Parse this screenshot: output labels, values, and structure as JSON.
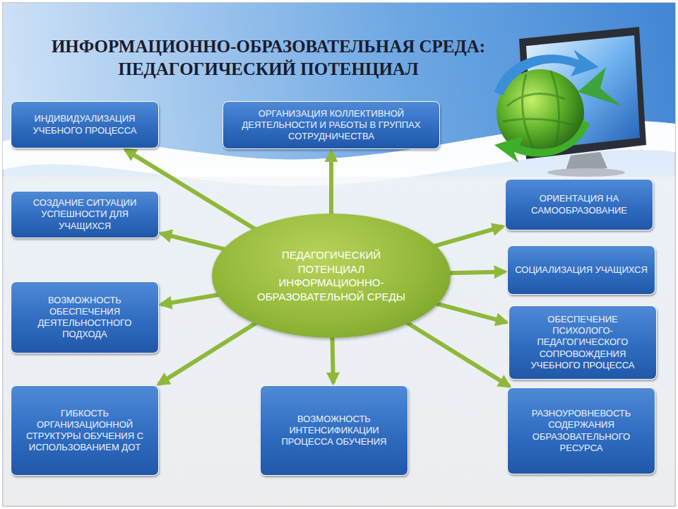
{
  "diagram": {
    "title": "ИНФОРМАЦИОННО-ОБРАЗОВАТЕЛЬНАЯ СРЕДА: ПЕДАГОГИЧЕСКИЙ ПОТЕНЦИАЛ",
    "nodes": [
      {
        "text": [
          "ИНДИВИДУАЛИЗАЦИЯ УЧЕБНОГО ПРОЦЕССА"
        ]
      },
      {
        "text": [
          "ОРГАНИЗАЦИЯ КОЛЛЕКТИВНОЙ ДЕЯТЕЛЬНОСТИ И РАБОТЫ В ГРУППАХ СОТРУДНИЧЕСТВА"
        ]
      },
      {
        "text": [
          "ОРИЕНТАЦИЯ НА САМООБРАЗОВАНИЕ"
        ]
      },
      {
        "text": [
          "СОЗДАНИЕ СИТУАЦИИ УСПЕШНОСТИ ДЛЯ УЧАЩИХСЯ"
        ]
      },
      {
        "text": [
          "ПЕДАГОГИЧЕСКИЙ ПОТЕНЦИАЛ ИНФОРМАЦИОННО-ОБРАЗОВАТЕЛЬНОЙ СРЕДЫ"
        ]
      },
      {
        "text": [
          "СОЦИАЛИЗАЦИЯ УЧАЩИХСЯ"
        ]
      },
      {
        "text": [
          "ВОЗМОЖНОСТЬ ОБЕСПЕЧЕНИЯ ДЕЯТЕЛЬНОСТНОГО ПОДХОДА"
        ]
      },
      {
        "text": [
          "ОБЕСПЕЧЕНИЕ ПСИХОЛОГО-ПЕДАГОГИЧЕСКОГО СОПРОВОЖДЕНИЯ УЧЕБНОГО ПРОЦЕССА"
        ]
      },
      {
        "text": [
          "ГИБКОСТЬ ОРГАНИЗАЦИОННОЙ СТРУКТУРЫ ОБУЧЕНИЯ С ИСПОЛЬЗОВАНИЕМ ДОТ"
        ]
      },
      {
        "text": [
          "ВОЗМОЖНОСТЬ ИНТЕНСИФИКАЦИИ ПРОЦЕССА ОБУЧЕНИЯ"
        ]
      },
      {
        "text": [
          "РАЗНОУРОВНЕВОСТЬ СОДЕРЖАНИЯ ОБРАЗОВАТЕЛЬНОГО РЕСУРСА"
        ]
      }
    ],
    "edges": [
      {
        "from": 4,
        "to": 0,
        "arrow": "to"
      },
      {
        "from": 4,
        "to": 1,
        "arrow": "to"
      },
      {
        "from": 4,
        "to": 2,
        "arrow": "to"
      },
      {
        "from": 4,
        "to": 3,
        "arrow": "to"
      },
      {
        "from": 4,
        "to": 5,
        "arrow": "to"
      },
      {
        "from": 4,
        "to": 6,
        "arrow": "to"
      },
      {
        "from": 4,
        "to": 7,
        "arrow": "to"
      },
      {
        "from": 4,
        "to": 8,
        "arrow": "to"
      },
      {
        "from": 4,
        "to": 9,
        "arrow": "to"
      },
      {
        "from": 4,
        "to": 10,
        "arrow": "to"
      }
    ]
  }
}
